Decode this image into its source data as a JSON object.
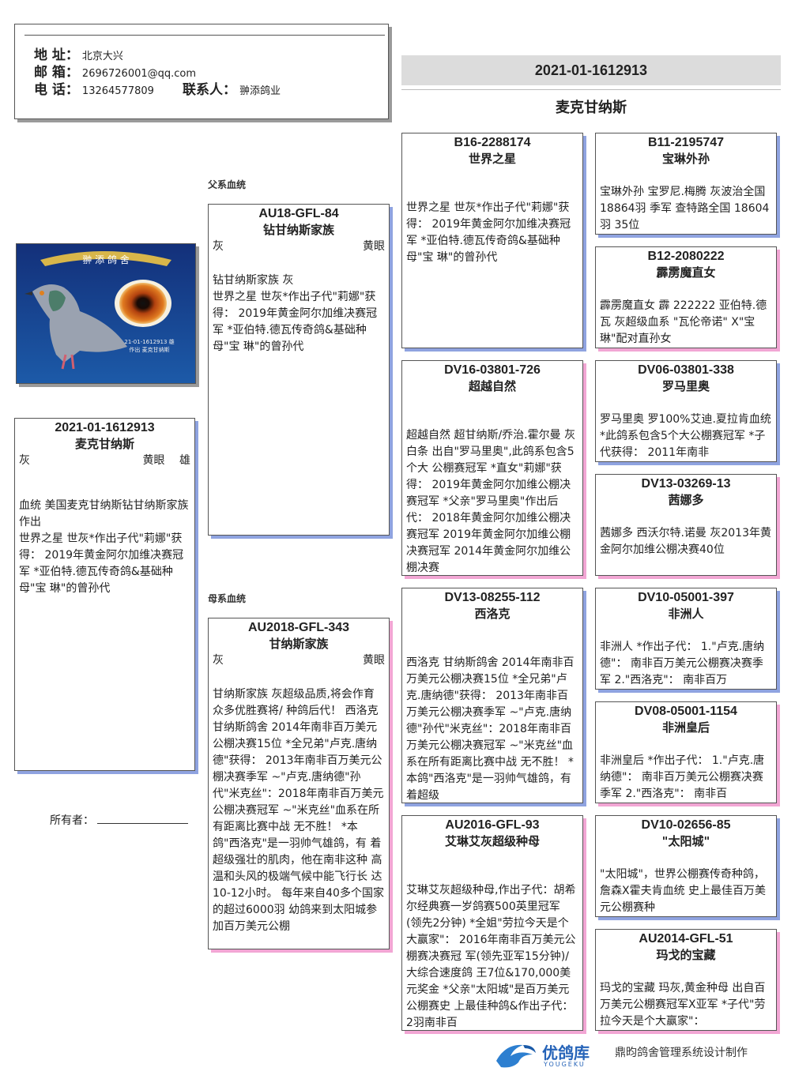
{
  "header": {
    "address_label": "地 址：",
    "address": "北京大兴",
    "email_label": "邮 箱：",
    "email": "2696726001@qq.com",
    "phone_label": "电 话：",
    "phone": "13264577809",
    "contact_label": "联系人：",
    "contact": "翀添鸽业"
  },
  "top": {
    "ring": "2021-01-1612913",
    "name": "麦克甘纳斯"
  },
  "sections": {
    "sire": "父系血统",
    "dam": "母系血统",
    "owner": "所有者："
  },
  "main": {
    "ring": "2021-01-1612913",
    "name": "麦克甘纳斯",
    "color": "灰",
    "eye": "黄眼",
    "sex": "雄",
    "desc": "血统 美国麦克甘纳斯钻甘纳斯家族 作出\n世界之星 世灰*作出子代\"莉娜\"获得： 2019年黄金阿尔加维决赛冠军 *亚伯特.德瓦传奇鸽&基础种母\"宝 琳\"的曾孙代"
  },
  "photo": {
    "banner": "翀 添 鸽 舍",
    "caption": "21-01-1612913 雄\n作出 麦克甘纳斯"
  },
  "sire": {
    "ring": "AU18-GFL-84",
    "name": "钻甘纳斯家族",
    "color": "灰",
    "eye": "黄眼",
    "desc": "钻甘纳斯家族 灰\n 世界之星 世灰*作出子代\"莉娜\"获得： 2019年黄金阿尔加维决赛冠军 *亚伯特.德瓦传奇鸽&基础种母\"宝 琳\"的曾孙代"
  },
  "dam": {
    "ring": "AU2018-GFL-343",
    "name": "甘纳斯家族",
    "color": "灰",
    "eye": "黄眼",
    "desc": "甘纳斯家族 灰超级品质,将会作育众多优胜赛将/ 种鸽后代！ 西洛克 甘纳斯鸽舍 2014年南非百万美元公棚决赛15位 *全兄弟\"卢克.唐纳德\"获得： 2013年南非百万美元公棚决赛季军 ~\"卢克.唐纳德\"孙代\"米克丝\"：2018年南非百万美元公棚决赛冠军 ~\"米克丝\"血系在所有距离比赛中战 无不胜！ *本鸽\"西洛克\"是一羽帅气雄鸽，有 着超级强壮的肌肉，他在南非这种 高温和头风的极端气候中能飞行长 达10-12小时。 每年来自40多个国家的超过6000羽 幼鸽来到太阳城参加百万美元公棚"
  },
  "gp": [
    {
      "ring": "B16-2288174",
      "name": "世界之星",
      "desc": "世界之星 世灰*作出子代\"莉娜\"获得： 2019年黄金阿尔加维决赛冠军 *亚伯特.德瓦传奇鸽&基础种母\"宝 琳\"的曾孙代"
    },
    {
      "ring": "DV16-03801-726",
      "name": "超越自然",
      "desc": "超越自然 超甘纳斯/乔治.霍尔曼 灰白条 出自\"罗马里奥\",此鸽系包含5个大 公棚赛冠军 *直女\"莉娜\"获得： 2019年黄金阿尔加维公棚决赛冠军 *父亲\"罗马里奥\"作出后代： 2018年黄金阿尔加维公棚决赛冠军 2019年黄金阿尔加维公棚决赛冠军 2014年黄金阿尔加维公棚决赛"
    },
    {
      "ring": "DV13-08255-112",
      "name": "西洛克",
      "desc": "西洛克 甘纳斯鸽舍 2014年南非百万美元公棚决赛15位 *全兄弟\"卢克.唐纳德\"获得： 2013年南非百万美元公棚决赛季军 ~\"卢克.唐纳德\"孙代\"米克丝\"：2018年南非百万美元公棚决赛冠军 ~\"米克丝\"血系在所有距离比赛中战 无不胜！ *本鸽\"西洛克\"是一羽帅气雄鸽，有 着超级"
    },
    {
      "ring": "AU2016-GFL-93",
      "name": "艾琳艾灰超级种母",
      "desc": "艾琳艾灰超级种母,作出子代：胡希尔经典赛一岁鸽赛500英里冠军 (领先2分钟) *全姐\"劳拉今天是个大赢家\"： 2016年南非百万美元公棚赛决赛冠 军(领先亚军15分钟)/大综合速度鸽 王7位&170,000美元奖金 *父亲\"太阳城\"是百万美元公棚赛史 上最佳种鸽&作出子代： 2羽南非百"
    }
  ],
  "ggp": [
    {
      "ring": "B11-2195747",
      "name": "宝琳外孙",
      "desc": "宝琳外孙 宝罗尼.梅腾 灰波治全国 18864羽 季军 查特路全国 18604羽 35位"
    },
    {
      "ring": "B12-2080222",
      "name": "霹雳魔直女",
      "desc": "霹雳魔直女 霹 222222 亚伯特.德瓦 灰超级血系 \"瓦伦帝诺\" X\"宝琳\"配对直孙女"
    },
    {
      "ring": "DV06-03801-338",
      "name": "罗马里奥",
      "desc": "罗马里奥 罗100%艾迪.夏拉肯血统 *此鸽系包含5个大公棚赛冠军 *子代获得： 2011年南非"
    },
    {
      "ring": "DV13-03269-13",
      "name": "茜娜多",
      "desc": "茜娜多 西沃尔特.诺曼 灰2013年黄金阿尔加维公棚决赛40位"
    },
    {
      "ring": "DV10-05001-397",
      "name": "非洲人",
      "desc": "非洲人 *作出子代： 1.\"卢克.唐纳德\"： 南非百万美元公棚赛决赛季军 2.\"西洛克\"： 南非百万"
    },
    {
      "ring": "DV08-05001-1154",
      "name": "非洲皇后",
      "desc": "非洲皇后 *作出子代： 1.\"卢克.唐纳德\"： 南非百万美元公棚赛决赛季军 2.\"西洛克\"： 南非百"
    },
    {
      "ring": "DV10-02656-85",
      "name": "\"太阳城\"",
      "desc": "\"太阳城\"，世界公棚赛传奇种鸽，詹森X霍夫肯血统 史上最佳百万美元公棚赛种"
    },
    {
      "ring": "AU2014-GFL-51",
      "name": "玛戈的宝藏",
      "desc": "玛戈的宝藏 玛灰,黄金种母 出自百万美元公棚赛冠军X亚军 *子代\"劳拉今天是个大赢家\"："
    }
  ],
  "footer": {
    "brand": "优鸽库",
    "brand_en": "YOUGEKU",
    "credit": "鼎昀鸽舍管理系统设计制作"
  },
  "colors": {
    "male_shadow": "#8fa3e0",
    "female_shadow": "#f2a6d4"
  }
}
